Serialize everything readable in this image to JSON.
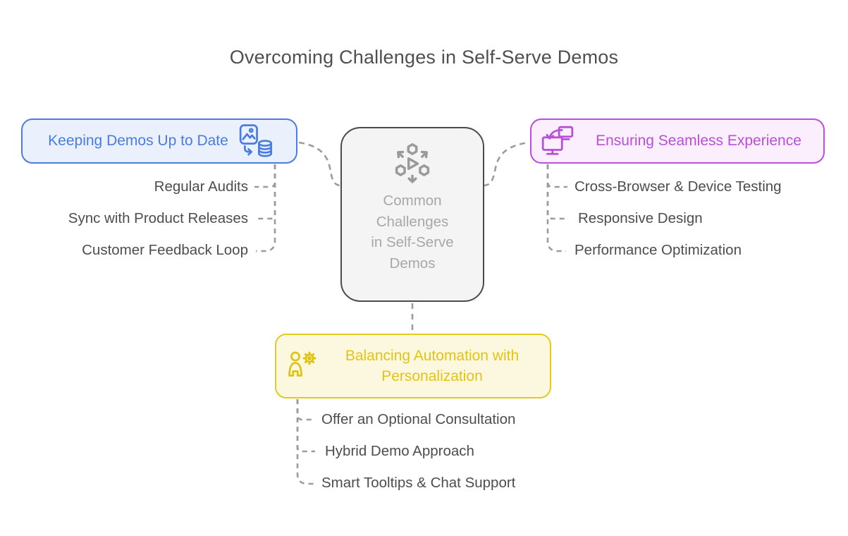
{
  "title": "Overcoming Challenges in Self-Serve Demos",
  "central_node": {
    "label": "Common Challenges in Self-Serve Demos",
    "lines": [
      "Common",
      "Challenges",
      "in Self-Serve",
      "Demos"
    ],
    "icon": "distribute-icon",
    "border_color": "#4b4b4b",
    "background": "#f4f4f4",
    "text_color": "#a8a8a8"
  },
  "branches": [
    {
      "label": "Keeping Demos Up to Date",
      "icon": "image-to-database-sync-icon",
      "accent_color": "#4b7de0",
      "background": "#eaf1fc",
      "position": "top-left",
      "items": [
        "Regular Audits",
        "Sync with Product Releases",
        "Customer Feedback Loop"
      ]
    },
    {
      "label": "Ensuring Seamless Experience",
      "icon": "device-sync-icon",
      "accent_color": "#bb4fdb",
      "background": "#fbeffd",
      "position": "top-right",
      "items": [
        "Cross-Browser & Device Testing",
        "Responsive Design",
        "Performance Optimization"
      ]
    },
    {
      "label": "Balancing Automation with Personalization",
      "icon": "person-gear-icon",
      "accent_color": "#e2c413",
      "background": "#fcf8df",
      "position": "bottom",
      "items": [
        "Offer an Optional Consultation",
        "Hybrid Demo Approach",
        "Smart Tooltips & Chat Support"
      ]
    }
  ],
  "colors": {
    "title_text": "#4f4f4f",
    "leaf_text": "#4d4d4d",
    "connector": "#9c9c9c",
    "canvas_background": "#ffffff"
  }
}
